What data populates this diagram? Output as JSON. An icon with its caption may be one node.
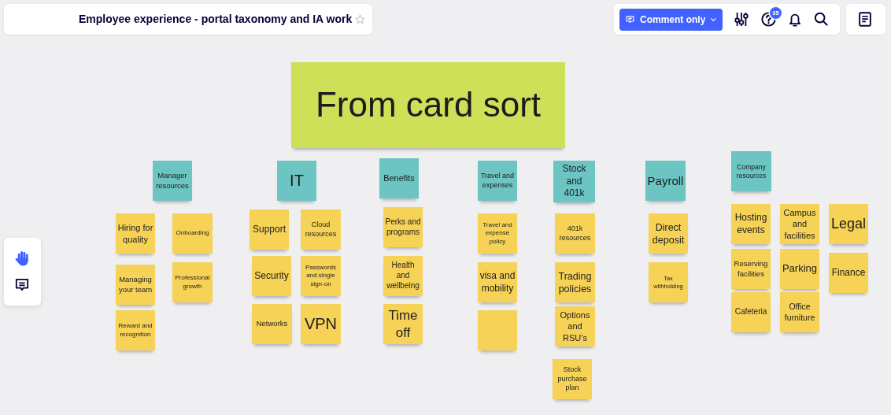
{
  "diagram": {
    "title": "Employee experience - portal taxonomy and IA work",
    "nodes": [
      {
        "text": [
          "From card sort"
        ]
      },
      {
        "text": [
          "Manager resources"
        ]
      },
      {
        "text": [
          "Hiring for quality"
        ]
      },
      {
        "text": [
          "Onboarding"
        ]
      },
      {
        "text": [
          "Managing your team"
        ]
      },
      {
        "text": [
          "Professional growth"
        ]
      },
      {
        "text": [
          "Reward and recognition"
        ]
      },
      {
        "text": [
          "IT"
        ]
      },
      {
        "text": [
          "Support"
        ]
      },
      {
        "text": [
          "Cloud resources"
        ]
      },
      {
        "text": [
          "Security"
        ]
      },
      {
        "text": [
          "Passwords and single sign-on"
        ]
      },
      {
        "text": [
          "Networks"
        ]
      },
      {
        "text": [
          "VPN"
        ]
      },
      {
        "text": [
          "Benefits"
        ]
      },
      {
        "text": [
          "Perks and programs"
        ]
      },
      {
        "text": [
          "Health and wellbeing"
        ]
      },
      {
        "text": [
          "Time off"
        ]
      },
      {
        "text": [
          "Travel and expenses"
        ]
      },
      {
        "text": [
          "Travel and expense policy"
        ]
      },
      {
        "text": [
          "visa and mobility"
        ]
      },
      {
        "text": [],
        "shape": "box"
      },
      {
        "text": [
          "Stock and 401k"
        ]
      },
      {
        "text": [
          "401k resources"
        ]
      },
      {
        "text": [
          "Trading policies"
        ]
      },
      {
        "text": [
          "Options and RSU's"
        ]
      },
      {
        "text": [
          "Stock purchase plan"
        ]
      },
      {
        "text": [
          "Payroll"
        ]
      },
      {
        "text": [
          "Direct deposit"
        ]
      },
      {
        "text": [
          "Tax withholding"
        ]
      },
      {
        "text": [
          "Company resources"
        ]
      },
      {
        "text": [
          "Hosting events"
        ]
      },
      {
        "text": [
          "Campus and facilities"
        ]
      },
      {
        "text": [
          "Legal"
        ]
      },
      {
        "text": [
          "Reserving facilities"
        ]
      },
      {
        "text": [
          "Parking"
        ]
      },
      {
        "text": [
          "Finance"
        ]
      },
      {
        "text": [
          "Cafeteria"
        ]
      },
      {
        "text": [
          "Office furniture"
        ]
      }
    ],
    "labels": [
      "Comment only",
      "35"
    ]
  }
}
